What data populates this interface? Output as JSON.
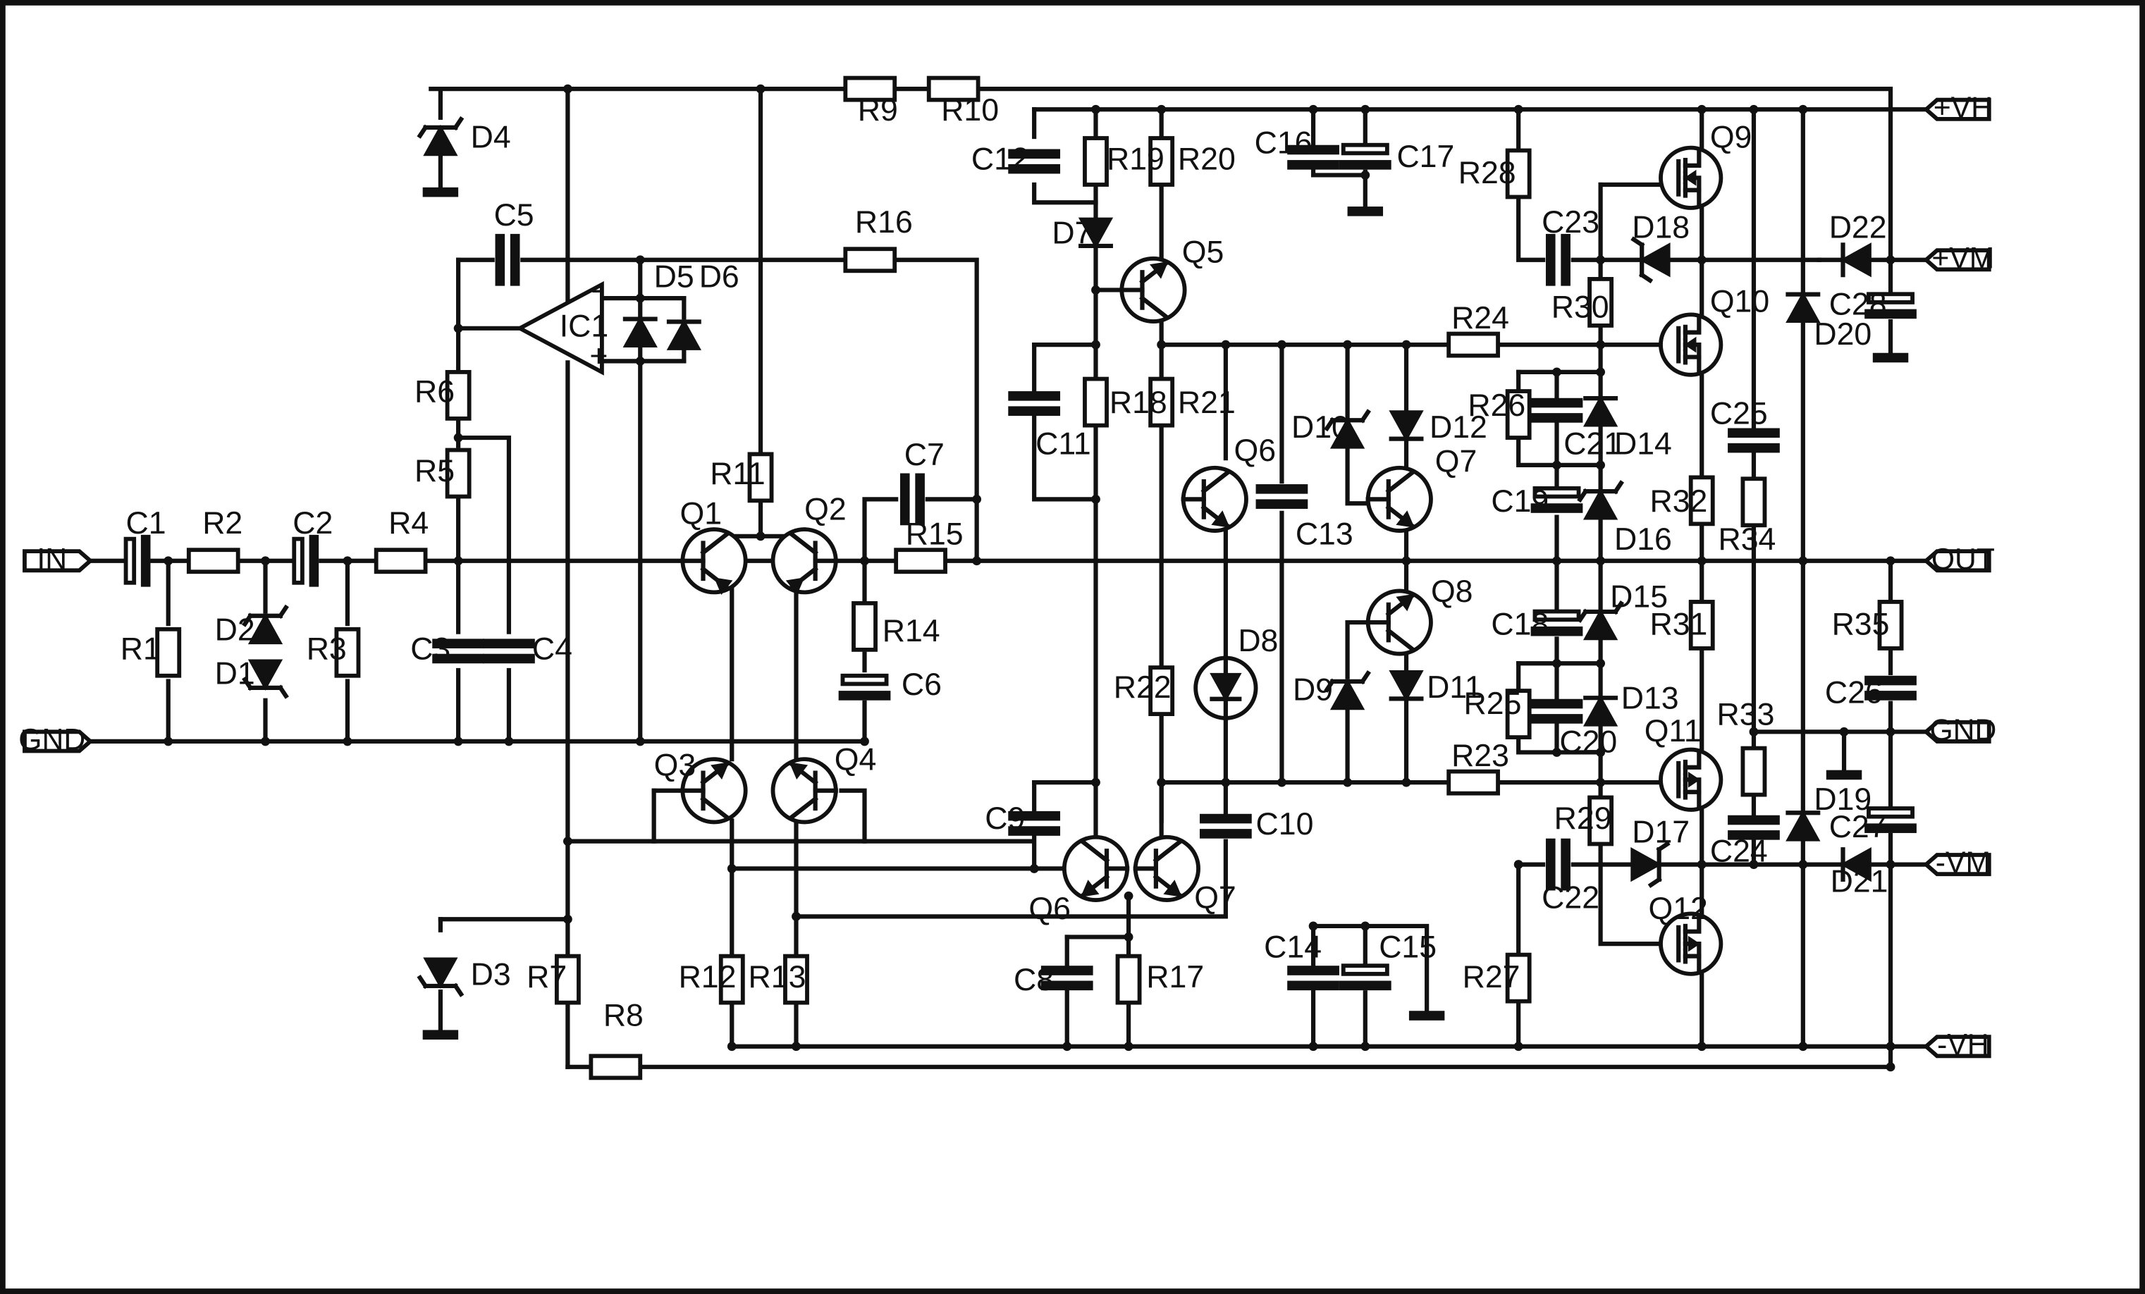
{
  "ports": {
    "in": "IN",
    "gnd_left": "GND",
    "vh_pos": "+VH",
    "vm_pos": "+VM",
    "out": "OUT",
    "gnd_right": "GND",
    "vm_neg": "-VM",
    "vh_neg": "-VH"
  },
  "ic": "IC1",
  "resistors": [
    "R1",
    "R2",
    "R3",
    "R4",
    "R5",
    "R6",
    "R7",
    "R8",
    "R9",
    "R10",
    "R11",
    "R12",
    "R13",
    "R14",
    "R15",
    "R16",
    "R17",
    "R18",
    "R19",
    "R20",
    "R21",
    "R22",
    "R23",
    "R24",
    "R25",
    "R26",
    "R27",
    "R28",
    "R29",
    "R30",
    "R31",
    "R32",
    "R33",
    "R34",
    "R35"
  ],
  "capacitors": [
    "C1",
    "C2",
    "C3",
    "C4",
    "C5",
    "C6",
    "C7",
    "C8",
    "C9",
    "C10",
    "C11",
    "C12",
    "C13",
    "C14",
    "C15",
    "C16",
    "C17",
    "C18",
    "C19",
    "C20",
    "C21",
    "C22",
    "C23",
    "C24",
    "C25",
    "C26",
    "C27",
    "C28"
  ],
  "diodes": [
    "D1",
    "D2",
    "D3",
    "D4",
    "D5",
    "D6",
    "D7",
    "D8",
    "D9",
    "D10",
    "D11",
    "D12",
    "D13",
    "D14",
    "D15",
    "D16",
    "D17",
    "D18",
    "D19",
    "D20",
    "D21",
    "D22"
  ],
  "transistors": [
    "Q1",
    "Q2",
    "Q3",
    "Q4",
    "Q5",
    "Q6",
    "Q7",
    "Q6",
    "Q7",
    "Q8",
    "Q9",
    "Q10",
    "Q11",
    "Q12"
  ]
}
